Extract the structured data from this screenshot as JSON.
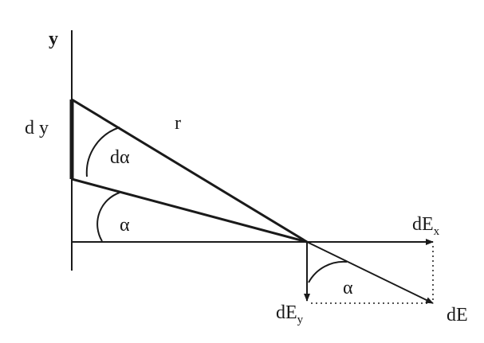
{
  "labels": {
    "y_axis": "y",
    "dy": "d y",
    "r": "r",
    "d_alpha": "dα",
    "alpha_upper": "α",
    "alpha_lower": "α",
    "dEx_main": "dE",
    "dEx_sub": "x",
    "dEy_main": "dE",
    "dEy_sub": "y",
    "dE": "dE"
  },
  "colors": {
    "stroke": "#1a1a1a",
    "background": "#ffffff"
  }
}
